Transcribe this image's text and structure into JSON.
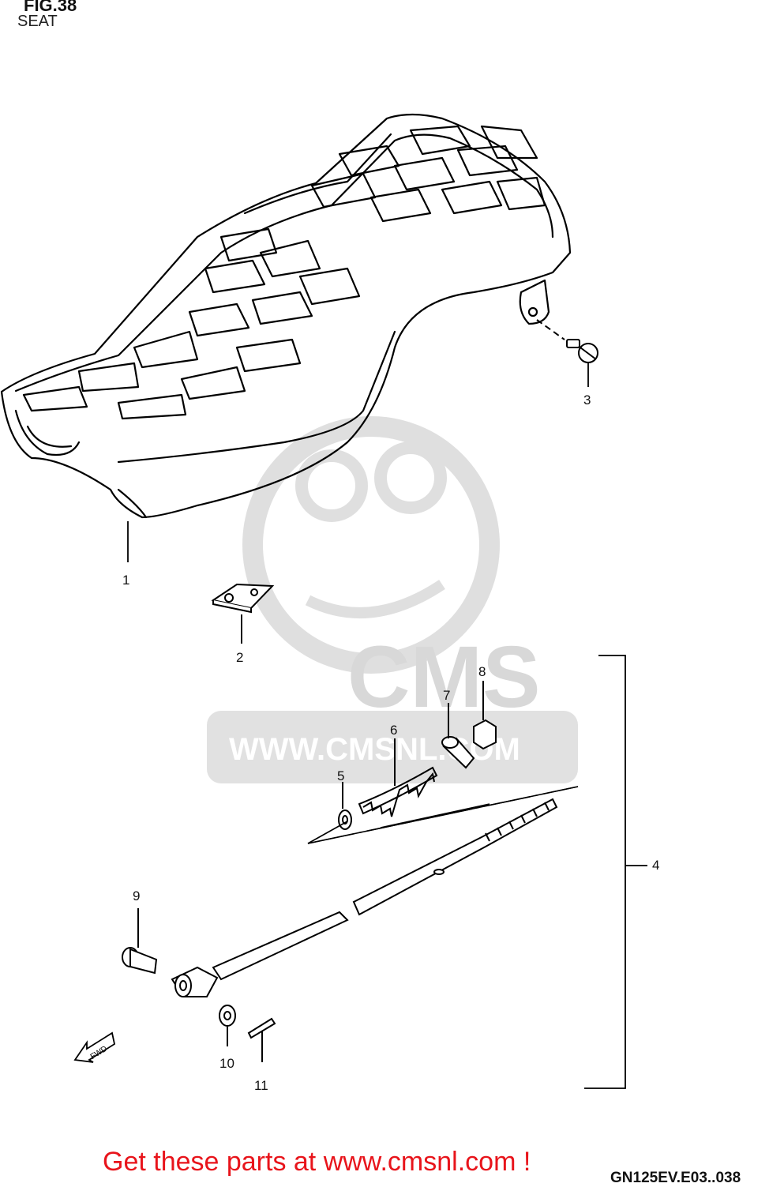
{
  "header": {
    "fig_label": "FIG.38",
    "subtitle": "SEAT"
  },
  "callouts": [
    "1",
    "2",
    "3",
    "4",
    "5",
    "6",
    "7",
    "8",
    "9",
    "10",
    "11"
  ],
  "watermark": {
    "logo_text": "CMS",
    "url_text": "WWW.CMSNL.COM",
    "color": "#d9d9d9"
  },
  "fwd_label": "FWD",
  "footer": {
    "link_text": "Get these parts at www.cmsnl.com !",
    "link_color": "#e8141b",
    "diagram_code": "GN125EV.E03..038"
  }
}
